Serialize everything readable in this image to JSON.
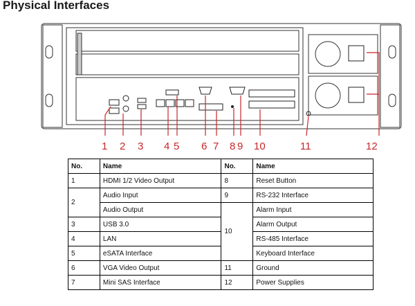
{
  "title": "Physical Interfaces",
  "callouts": [
    "1",
    "2",
    "3",
    "4",
    "5",
    "6",
    "7",
    "8",
    "9",
    "10",
    "11",
    "12"
  ],
  "table": {
    "headers": [
      "No.",
      "Name",
      "No.",
      "Name"
    ],
    "left_rows": [
      {
        "no": "1",
        "names": [
          "HDMI 1/2 Video Output"
        ]
      },
      {
        "no": "2",
        "names": [
          "Audio Input",
          "Audio Output"
        ]
      },
      {
        "no": "3",
        "names": [
          "USB 3.0"
        ]
      },
      {
        "no": "4",
        "names": [
          "LAN"
        ]
      },
      {
        "no": "5",
        "names": [
          "eSATA Interface"
        ]
      },
      {
        "no": "6",
        "names": [
          "VGA Video Output"
        ]
      },
      {
        "no": "7",
        "names": [
          "Mini SAS Interface"
        ]
      }
    ],
    "right_rows": [
      {
        "no": "8",
        "names": [
          "Reset Button"
        ]
      },
      {
        "no": "9",
        "names": [
          "RS-232 Interface"
        ]
      },
      {
        "no": "10",
        "names": [
          "Alarm Input",
          "Alarm Output",
          "RS-485 Interface",
          "Keyboard Interface"
        ]
      },
      {
        "no": "11",
        "names": [
          "Ground"
        ]
      },
      {
        "no": "12",
        "names": [
          "Power Supplies"
        ]
      }
    ]
  }
}
